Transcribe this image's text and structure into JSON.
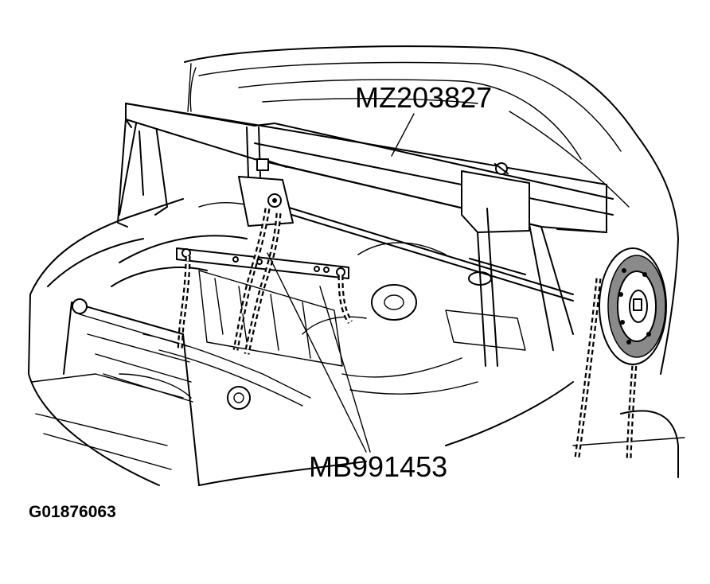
{
  "figure": {
    "callouts": {
      "tool_top": "MZ203827",
      "tool_bottom": "MB991453"
    },
    "figure_id": "G01876063"
  },
  "colors": {
    "line": "#000000",
    "background": "#ffffff",
    "wheel_fill": "#8a8a8a"
  }
}
